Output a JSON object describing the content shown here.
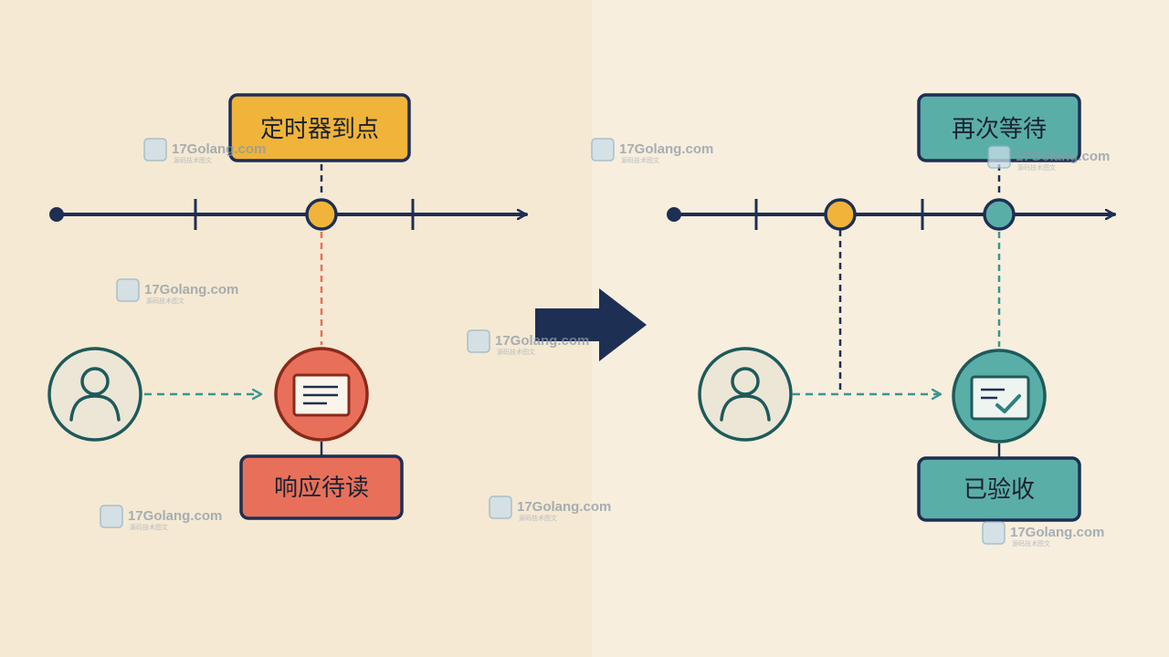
{
  "colors": {
    "background": "#f5e9d3",
    "ink": "#1e2f54",
    "orange": "#f0b43a",
    "coral": "#e8705a",
    "teal": "#5aaea8",
    "teal_dark": "#2e807c",
    "line_teal": "#3a9590"
  },
  "left": {
    "event_label": "定时器到点",
    "status_label": "响应待读"
  },
  "right": {
    "event_label": "再次等待",
    "status_label": "已验收"
  },
  "icons": [
    "user-icon",
    "document-icon",
    "document-check-icon",
    "arrow-right-icon"
  ],
  "watermark": {
    "text": "17Golang.com",
    "subtext": "源码技术图文"
  }
}
